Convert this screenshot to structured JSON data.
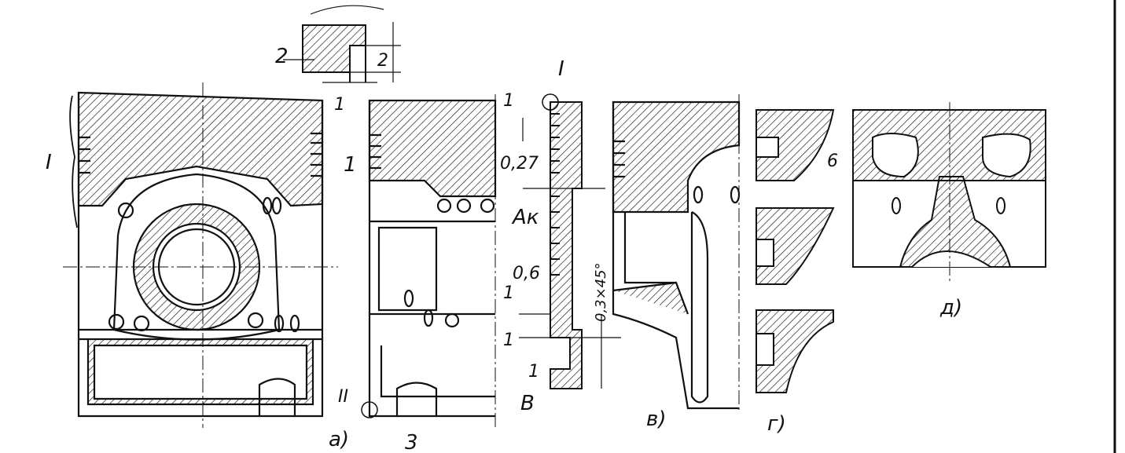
{
  "labels": {
    "view_a": "а)",
    "view_v": "в)",
    "view_g": "г)",
    "view_d": "д)",
    "detail_I_left": "I",
    "detail_I_top": "I",
    "detail_II": "II",
    "num_1_a": "1",
    "num_1_b": "1",
    "num_1_c": "1",
    "num_1_d": "1",
    "num_1_e": "1",
    "num_1_f": "1",
    "num_2_a": "2",
    "num_2_b": "2",
    "num_3": "3",
    "num_6": "6",
    "dim_027": "0,27",
    "dim_06": "0,6",
    "dim_chamfer": "0,3×45°",
    "label_Ak": "Aк",
    "label_B": "В"
  },
  "colors": {
    "ink": "#111111",
    "paper": "#ffffff"
  }
}
